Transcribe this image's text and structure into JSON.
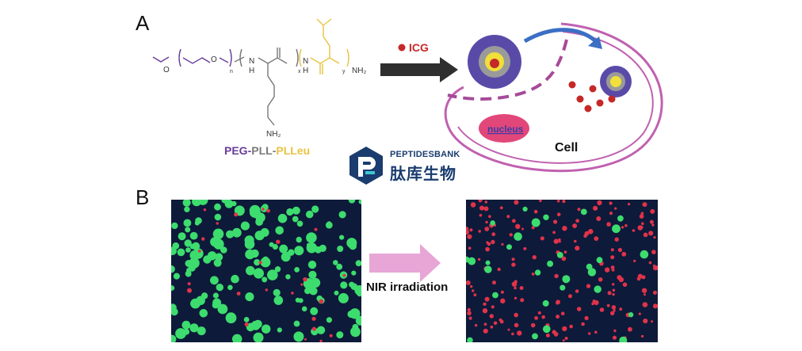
{
  "panels": {
    "a_label": "A",
    "b_label": "B"
  },
  "chemistry": {
    "o_atoms": [
      "O",
      "O"
    ],
    "n_atoms": [
      "N",
      "N"
    ],
    "h_atoms": [
      "H",
      "H"
    ],
    "sub_n": "n",
    "sub_x": "x",
    "sub_y": "y",
    "nh2_top": "NH₂",
    "nh2_side": "NH₂",
    "polymer_parts": [
      "PEG",
      "-",
      "PLL",
      "-",
      "PLLeu"
    ],
    "colors": {
      "peg": "#6a3d9a",
      "pll": "#7a7a7a",
      "plleu": "#e8c341"
    }
  },
  "scheme": {
    "icg_label": "ICG",
    "nucleus_label": "nucleus",
    "cell_label": "Cell",
    "colors": {
      "icg": "#c62828",
      "arrow": "#2f2f2f",
      "curved_arrow": "#3b6fc4",
      "cell_membrane": "#c061b0",
      "nucleus_fill": "#e2477a",
      "nanoparticle": "#5a4aa8"
    }
  },
  "logo": {
    "name_en": "PEPTIDESBANK",
    "name_cn": "肽库生物",
    "color": "#1a3c6e"
  },
  "microscopy": {
    "arrow_label": "NIR irradiation",
    "colors": {
      "live": "#3ddc6e",
      "dead": "#e0334a",
      "background": "#0d1a3a",
      "arrow": "#e7a6d6"
    }
  }
}
